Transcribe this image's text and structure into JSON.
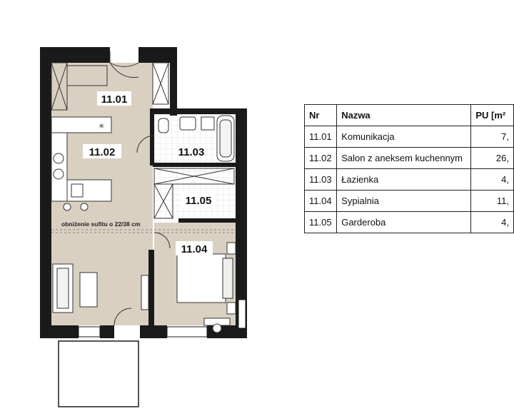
{
  "rooms": [
    {
      "id": "11.01",
      "name": "Komunikacja",
      "area": "7,"
    },
    {
      "id": "11.02",
      "name": "Salon z aneksem kuchennym",
      "area": "26,"
    },
    {
      "id": "11.03",
      "name": "Łazienka",
      "area": "4,"
    },
    {
      "id": "11.04",
      "name": "Sypialnia",
      "area": "11,"
    },
    {
      "id": "11.05",
      "name": "Garderoba",
      "area": "4,"
    }
  ],
  "table": {
    "header_nr": "Nr",
    "header_name": "Nazwa",
    "header_area": "PU [m²"
  },
  "plan": {
    "ceiling_note": "obniżenie sufitu o 22/38 cm",
    "label_1101": "11.01",
    "label_1102": "11.02",
    "label_1103": "11.03",
    "label_1104": "11.04",
    "label_1105": "11.05"
  },
  "colors": {
    "wall": "#1a1a1a",
    "floor_wood": "#d9d0c2",
    "floor_tile": "#ffffff",
    "hatch": "#b8ad9c"
  }
}
